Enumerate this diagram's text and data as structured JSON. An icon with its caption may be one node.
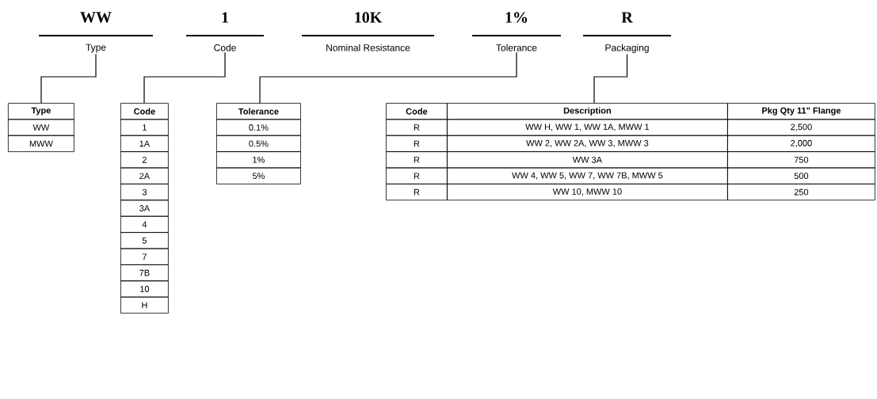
{
  "diagram": {
    "nodes": [
      {
        "text": [
          "WW",
          "Type"
        ]
      },
      {
        "text": [
          "1",
          "Code"
        ]
      },
      {
        "text": [
          "10K",
          "Nominal Resistance"
        ]
      },
      {
        "text": [
          "1%",
          "Tolerance"
        ]
      },
      {
        "text": [
          "R",
          "Packaging"
        ]
      },
      {
        "text": [
          "Type",
          "WW",
          "MWW"
        ]
      },
      {
        "text": [
          "Code",
          "1",
          "1A",
          "2",
          "2A",
          "3",
          "3A",
          "4",
          "5",
          "7",
          "7B",
          "10",
          "H"
        ]
      },
      {
        "text": [
          "Tolerance",
          "0.1%",
          "0.5%",
          "1%",
          "5%"
        ]
      },
      {
        "text": [
          "Code",
          "Description",
          "Pkg Qty 11\" Flange",
          "R",
          "WW H, WW 1, WW 1A, MWW 1",
          "2,500",
          "R",
          "WW 2, WW 2A, WW 3, MWW 3",
          "2,000",
          "R",
          "WW 3A",
          "750",
          "R",
          "WW 4, WW 5, WW 7, WW 7B, MWW 5",
          "500",
          "R",
          "WW 10, MWW 10",
          "250"
        ]
      }
    ],
    "edges": [
      {
        "from": 0,
        "to": 5,
        "arrow": "none"
      },
      {
        "from": 1,
        "to": 6,
        "arrow": "none"
      },
      {
        "from": 3,
        "to": 7,
        "arrow": "none"
      },
      {
        "from": 4,
        "to": 8,
        "arrow": "none"
      }
    ]
  }
}
